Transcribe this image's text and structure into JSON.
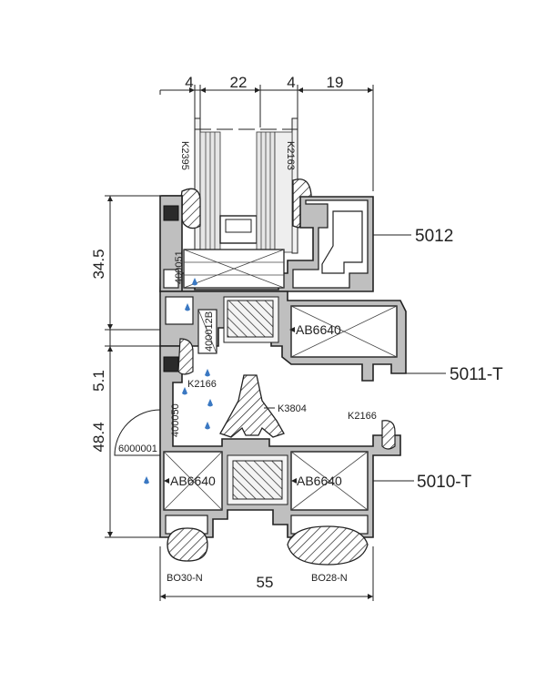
{
  "dimensions": {
    "top": [
      "4",
      "22",
      "4",
      "19"
    ],
    "left": [
      "34.5",
      "5.1",
      "48.4"
    ],
    "bottom": "55"
  },
  "profiles": {
    "sash_upper": "5012",
    "sash_lower": "5011-T",
    "frame": "5010-T"
  },
  "parts": {
    "glazing_left": "K2395",
    "glazing_right": "K2163",
    "spacer_1": "400051",
    "spacer_2": "400012B",
    "gasket_left": "K2166",
    "gasket_right": "K2166",
    "center_gasket": "K3804",
    "frame_spacer": "400050",
    "drain_part": "6000001",
    "thermal_upper": "AB6640",
    "thermal_lower_left": "AB6640",
    "thermal_lower_right": "AB6640",
    "bottom_gasket_left": "BO30-N",
    "bottom_gasket_right": "BO28-N"
  },
  "colors": {
    "profile": "#bfbfbf",
    "outline": "#222222",
    "glass": "#f2f2f2",
    "water_drop": "#3a78c2"
  }
}
